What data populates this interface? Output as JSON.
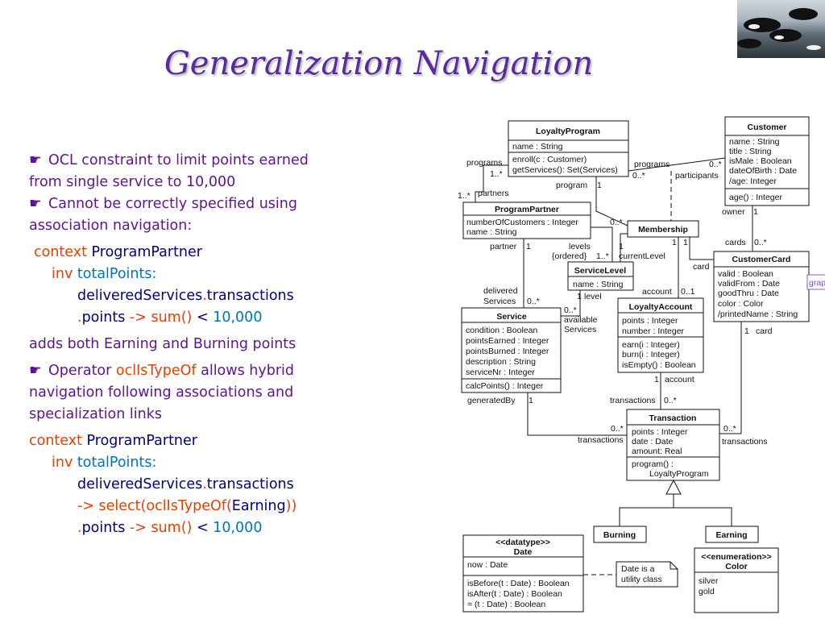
{
  "title": "Generalization Navigation",
  "bullets": {
    "b1_line1": "OCL constraint to limit points earned",
    "b1_line2": "from single service to 10,000",
    "b2_line1": "Cannot be correctly specified using",
    "b2_line2": "association navigation:",
    "code1": {
      "context_kw": "context",
      "context_cls": "ProgramPartner",
      "inv_kw": "inv",
      "inv_name": "totalPoints",
      "colon": ":",
      "nav1": "deliveredServices",
      "dot1": ".",
      "nav2": "transactions",
      "dot2": ".",
      "points": "points",
      "arrow": "->",
      "sum": "sum()",
      "lt": "<",
      "limit": "10,000"
    },
    "b2_note": "adds both Earning and Burning points",
    "b3_op": "Operator",
    "b3_fn": "oclIsTypeOf",
    "b3_rest": "allows hybrid",
    "b3_line2": "navigation following associations and",
    "b3_line3": "specialization links",
    "code2": {
      "context_kw": "context",
      "context_cls": "ProgramPartner",
      "inv_kw": "inv",
      "inv_name": "totalPoints",
      "colon": ":",
      "nav1": "deliveredServices",
      "dot1": ".",
      "nav2": "transactions",
      "select_pre": "-> select(oclIsTypeOf(",
      "select_arg": "Earning",
      "select_post": "))",
      "dot2": ".",
      "points": "points",
      "arrow": "->",
      "sum": "sum()",
      "lt": "<",
      "limit": "10,000"
    }
  },
  "diagram": {
    "classes": {
      "loyaltyProgram": {
        "name": "LoyaltyProgram",
        "attrs": [
          "name : String"
        ],
        "ops": [
          "enroll(c : Customer)",
          "getServices(): Set(Services)"
        ]
      },
      "customer": {
        "name": "Customer",
        "attrs": [
          "name : String",
          "title : String",
          "isMale : Boolean",
          "dateOfBirth : Date",
          "/age: Integer"
        ],
        "ops": [
          "age() : Integer"
        ]
      },
      "programPartner": {
        "name": "ProgramPartner",
        "attrs": [
          "numberOfCustomers : Integer",
          "name : String"
        ]
      },
      "membership": {
        "name": "Membership"
      },
      "customerCard": {
        "name": "CustomerCard",
        "attrs": [
          "valid : Boolean",
          "validFrom : Date",
          "goodThru : Date",
          "color : Color",
          "/printedName : String"
        ]
      },
      "serviceLevel": {
        "name": "ServiceLevel",
        "attrs": [
          "name : String"
        ]
      },
      "loyaltyAccount": {
        "name": "LoyaltyAccount",
        "attrs": [
          "points : Integer",
          "number : Integer"
        ],
        "ops": [
          "earn(i : Integer)",
          "burn(i : Integer)",
          "isEmpty() : Boolean"
        ]
      },
      "service": {
        "name": "Service",
        "attrs": [
          "condition : Boolean",
          "pointsEarned : Integer",
          "pointsBurned : Integer",
          "description : String",
          "serviceNr : Integer"
        ],
        "ops": [
          "calcPoints() : Integer"
        ]
      },
      "transaction": {
        "name": "Transaction",
        "attrs": [
          "points : Integer",
          "date : Date",
          "amount: Real"
        ],
        "ops": [
          "program() :",
          "LoyaltyProgram"
        ]
      },
      "burning": {
        "name": "Burning"
      },
      "earning": {
        "name": "Earning"
      },
      "date": {
        "stereotype": "<<datatype>>",
        "name": "Date",
        "attrs": [
          "now : Date"
        ],
        "ops": [
          "isBefore(t : Date) : Boolean",
          "isAfter(t : Date) : Boolean",
          "= (t : Date) : Boolean"
        ]
      },
      "color": {
        "stereotype": "<<enumeration>>",
        "name": "Color",
        "attrs": [
          "silver",
          "gold"
        ]
      }
    },
    "note": [
      "Date is a",
      "utility class"
    ],
    "labels": {
      "lp_programs": "programs",
      "lp_one_star": "1..*",
      "lp_partners_mult": "1..*",
      "lp_partners": "partners",
      "lp_cust_programs": "programs",
      "lp_cust_star": "0..*",
      "lp_cust_star2": "0..*",
      "lp_participants": "participants",
      "lp_program": "program",
      "lp_program_one": "1",
      "pp_partner": "partner",
      "pp_partner_one": "1",
      "pp_levels": "levels",
      "pp_ordered": "{ordered}",
      "pp_levels_mult": "1..*",
      "ms_star": "0..*",
      "ms_one": "1",
      "ms_current": "currentLevel",
      "ms_one2": "1",
      "ms_one3": "1",
      "owner": "owner",
      "owner_one": "1",
      "cards": "cards",
      "cards_star": "0..*",
      "card": "card",
      "delivered1": "delivered",
      "delivered2": "Services",
      "delivered_star": "0..*",
      "available_star": "0..*",
      "available1": "available",
      "available2": "Services",
      "level_one": "1",
      "level": "level",
      "account": "account",
      "account_mult": "0..1",
      "la_one": "1",
      "la_account": "account",
      "la_transactions": "transactions",
      "la_star": "0..*",
      "generatedBy": "generatedBy",
      "gen_one": "1",
      "tr_star_left": "0..*",
      "tr_transactions_left": "transactions",
      "tr_star_right": "0..*",
      "tr_transactions_right": "transactions",
      "card_one": "1",
      "card_label": "card",
      "truncated": "grap"
    }
  }
}
